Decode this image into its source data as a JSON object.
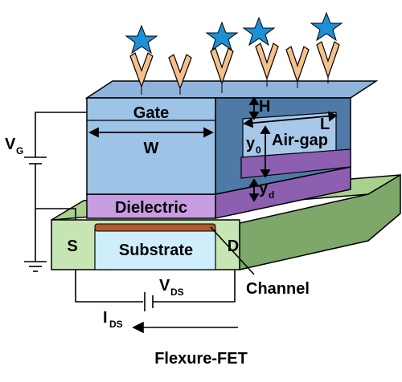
{
  "labels": {
    "gate": "Gate",
    "width": "W",
    "height": "H",
    "air_gap": "Air-gap",
    "length": "L",
    "y0_main": "y",
    "y0_sub": "0",
    "yd_main": "y",
    "yd_sub": "d",
    "dielectric": "Dielectric",
    "substrate": "Substrate",
    "source": "S",
    "drain": "D",
    "channel": "Channel",
    "vg_main": "V",
    "vg_sub": "G",
    "vds_main": "V",
    "vds_sub": "DS",
    "ids_main": "I",
    "ids_sub": "DS",
    "caption": "Flexure-FET"
  },
  "colors": {
    "gate_front": "#9dc3e6",
    "gate_side": "#4f7aa8",
    "dielectric_front": "#c89de0",
    "dielectric_side": "#8c5fb0",
    "substrate_front": "#cdeefa",
    "base_green": "#c6e5b3",
    "base_side": "#7ea86a",
    "channel": "#b05a2a",
    "star": "#1e90d6",
    "molecule": "#f5c08a"
  },
  "icons": {
    "analyte": "star-icon",
    "receptor": "receptor-icon"
  }
}
